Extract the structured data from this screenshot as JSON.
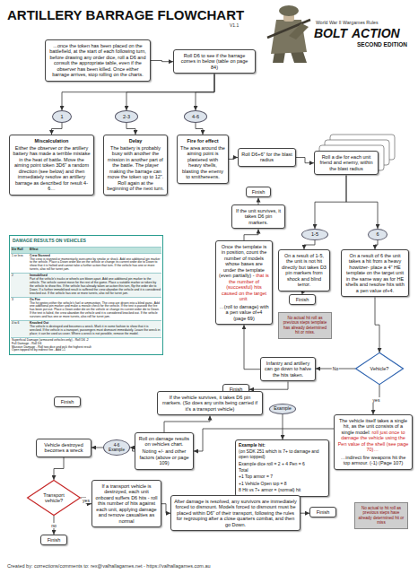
{
  "diagram": {
    "title": "ARTILLERY BARRAGE FLOWCHART",
    "nodes": [
      {
        "text": [
          "...once the token has been placed on the battlefield, at the start of each following turn, before drawing any order dice, roll a D6 and consult the appropriate table, even if the observer has been killed. Once either barrage arrives, stop rolling on the charts."
        ]
      },
      {
        "text": [
          "Roll D6 to see if the barrage comes in below (table on page 84)"
        ]
      },
      {
        "text": [
          "1"
        ]
      },
      {
        "text": [
          "2-3"
        ]
      },
      {
        "text": [
          "4-6"
        ]
      },
      {
        "text": [
          "Miscalculation",
          "Either the observer or the artillery battery has made a terrible mistake in the heat of battle. Move the aiming point token 3D6\" a random direction (see below) and then immediately resolve an artillery barrage as described for result 4-6…"
        ]
      },
      {
        "text": [
          "Delay",
          "The battery is probably busy with another the mission in another part of the battle. The player making the barrage can move the token up to 12\". Roll again at the beginning of the next turn."
        ]
      },
      {
        "text": [
          "Fire for effect",
          "The area around the aiming point is plastered with heavy shells, blasting the enemy to smithereens."
        ]
      },
      {
        "text": [
          "Roll D6+6\" for the blast radius"
        ]
      },
      {
        "text": [
          "Roll a die for each unit friend and enemy, within the blast radius"
        ]
      },
      {
        "text": [
          "1-5"
        ]
      },
      {
        "text": [
          "6"
        ]
      },
      {
        "text": [
          "On a result of 1-5, the unit is not hit directly but takes D3 pin markers from shock and blind terror."
        ]
      },
      {
        "text": [
          "Finish"
        ]
      },
      {
        "text": [
          "On a result of 6 the unit takes a hit from a heavy howitzer- place a 4\" HE template on the target unit in the same way as for HE shells and resolve hits with a pen value of+4."
        ]
      },
      {
        "text": [
          "DAMAGE RESULTS ON VEHICLES",
          "Die Roll",
          "Effect",
          "1 or less",
          "Crew Stunned",
          "The crew is stunned or momentarily overcome by smoke or shock. Add one additional pin marker to the vehicle. Place a Down order die on the vehicle or change its current order die to Down to show that it is halted and cannot take a further action that turn. If the vehicle has one or more turrets, also roll for turret jam.",
          "2",
          "Immobilised",
          "Part of the vehicle's tracks or wheels are blown apart. Add one additional pin marker to the vehicle. The vehicle cannot move for the rest of the game. Place a suitable marker or token by the vehicle to show this. If the vehicle has already taken an action this turn, flip the order die to Down. If a further immobilised result is suffered the crew abandon the vehicle and it is considered knocked out. If the vehicle has one or more turrets, also roll for turret jam.",
          "3",
          "On Fire",
          "The hit ignites either the vehicle's fuel or ammunition. The crew are driven into a blind panic. Add one additional pin marker and make a morale check for the vehicle. If the test is passed the fire has been put out. Place a Down order die on the vehicle or change its current order die to Down. If the test is failed, the crew abandon the vehicle and it is considered knocked out. If the vehicle survives and has one or more turrets, also roll for turret jam.",
          "4 to 6",
          "Knocked Out",
          "The vehicle is destroyed and becomes a wreck. Mark it in some fashion to show that it is wrecked. If the vehicle is a transport, passengers must dismount immediately. Leave the wreck in place; it can be used as cover. Where a wreck is not possible, remove the model.",
          "Superficial Damage (armoured vehicles only) - Roll D6 -2",
          "Full Damage - Roll D6",
          "Massive Damage - Roll two dice and pick the highest result",
          "Open topped hit by indirect fire - Add +1"
        ]
      },
      {
        "text": [
          "If the unit survives, it takes D6 pin markers."
        ]
      },
      {
        "text": [
          "Finish"
        ]
      },
      {
        "text": [
          "Once the template is in position, count the number of models whose bases are under the template (even partially) -",
          "that is the number of (successful) hits caused on the target unit",
          "…(roll to damage) with a pen value of+4 (page 69)"
        ]
      },
      {
        "text": [
          "No actual hit roll as previous steps template has already determined hit or miss."
        ]
      },
      {
        "text": [
          "Infantry and artillery can go down to halve the hits taken."
        ]
      },
      {
        "text": [
          "Finish"
        ]
      },
      {
        "text": [
          "Vehicle?"
        ]
      },
      {
        "text": [
          "If the vehicle survives, it takes D6 pin markers. (So does any units being carried if it's a transport vehicle)"
        ]
      },
      {
        "text": [
          "Finish"
        ]
      },
      {
        "text": [
          "The vehicle itself takes a single hit, as the unit consists of a single model:",
          "roll just once to damage the vehicle using the Pen value of the shell (see page 70)…",
          "…indirect fire weapons hit the top armour. (-1) (Page 107)"
        ]
      },
      {
        "text": [
          "Example hit:",
          "(on SDK 251 which is 7+ to damage and open topped)",
          "Example dice roll = 2 + 4 Pen = 6",
          "Total",
          "+1 Top armor = 7",
          "+1 Vehicle Open top = 8",
          "8 Hit vs 7+ armor = (normal) hit"
        ]
      },
      {
        "text": [
          "Example"
        ]
      },
      {
        "text": [
          "Roll on damage results on vehicles chart.",
          "Noting +/- and other factors (above or page 109)"
        ]
      },
      {
        "text": [
          "4-6",
          "Example"
        ]
      },
      {
        "text": [
          "Vehicle destroyed becomes a wreck"
        ]
      },
      {
        "text": [
          "Transport vehicle?"
        ]
      },
      {
        "text": [
          "Finish"
        ]
      },
      {
        "text": [
          "If a transport vehicle is destroyed, each unit onboard suffers D6 hits - roll this number of hits against each unit, applying damage and remove casualties as normal"
        ]
      },
      {
        "text": [
          "After damage is resolved, any survivors are immediately forced to dismount. Models forced to dismount must be placed within D6\" of their transport, following the rules for regrouping after a close quarters combat, and then go Down."
        ]
      },
      {
        "text": [
          "Finish"
        ]
      },
      {
        "text": [
          "No actual to hit roll as previous steps have already determined hit or miss"
        ]
      }
    ],
    "edges": [
      {
        "from": 0,
        "to": 1,
        "arrow": "to"
      },
      {
        "from": 1,
        "to": 2,
        "arrow": "to"
      },
      {
        "from": 1,
        "to": 3,
        "arrow": "to"
      },
      {
        "from": 1,
        "to": 4,
        "arrow": "to"
      },
      {
        "from": 2,
        "to": 5,
        "arrow": "to"
      },
      {
        "from": 3,
        "to": 6,
        "arrow": "to"
      },
      {
        "from": 4,
        "to": 7,
        "arrow": "to"
      },
      {
        "from": 7,
        "to": 8,
        "arrow": "to"
      },
      {
        "from": 8,
        "to": 9,
        "arrow": "to"
      },
      {
        "from": 9,
        "to": 10,
        "arrow": "to"
      },
      {
        "from": 9,
        "to": 11,
        "arrow": "to"
      },
      {
        "from": 10,
        "to": 12,
        "arrow": "to"
      },
      {
        "from": 12,
        "to": 13,
        "arrow": "to"
      },
      {
        "from": 11,
        "to": 14,
        "arrow": "to"
      },
      {
        "from": 14,
        "to": 22,
        "arrow": "to"
      },
      {
        "from": 22,
        "to": 20,
        "label": "No",
        "arrow": "to"
      },
      {
        "from": 20,
        "to": 18,
        "arrow": "to"
      },
      {
        "from": 18,
        "to": 16,
        "arrow": "to"
      },
      {
        "from": 16,
        "to": 17,
        "arrow": "to"
      },
      {
        "from": 20,
        "to": 21,
        "arrow": "to"
      },
      {
        "from": 22,
        "to": 25,
        "label": "yes",
        "arrow": "to"
      },
      {
        "from": 25,
        "to": 28,
        "arrow": "to"
      },
      {
        "from": 27,
        "to": 26,
        "arrow": "to"
      },
      {
        "from": 28,
        "to": 23,
        "arrow": "to"
      },
      {
        "from": 28,
        "to": 29,
        "arrow": "to"
      },
      {
        "from": 29,
        "to": 30,
        "arrow": "to"
      },
      {
        "from": 30,
        "to": 31,
        "arrow": "to"
      },
      {
        "from": 31,
        "to": 33,
        "label": "yes",
        "arrow": "to"
      },
      {
        "from": 31,
        "to": 32,
        "label": "no",
        "arrow": "to"
      },
      {
        "from": 33,
        "to": 34,
        "arrow": "to"
      },
      {
        "from": 34,
        "to": 35,
        "arrow": "to"
      }
    ],
    "labels": [
      "V1.1",
      "World War II Wargames Rules",
      "BOLT",
      "ACTION",
      "SECOND EDITION",
      "Created by: corrections/comments to: rex@valhallagames.net - https://valhallagames.com.au"
    ]
  }
}
